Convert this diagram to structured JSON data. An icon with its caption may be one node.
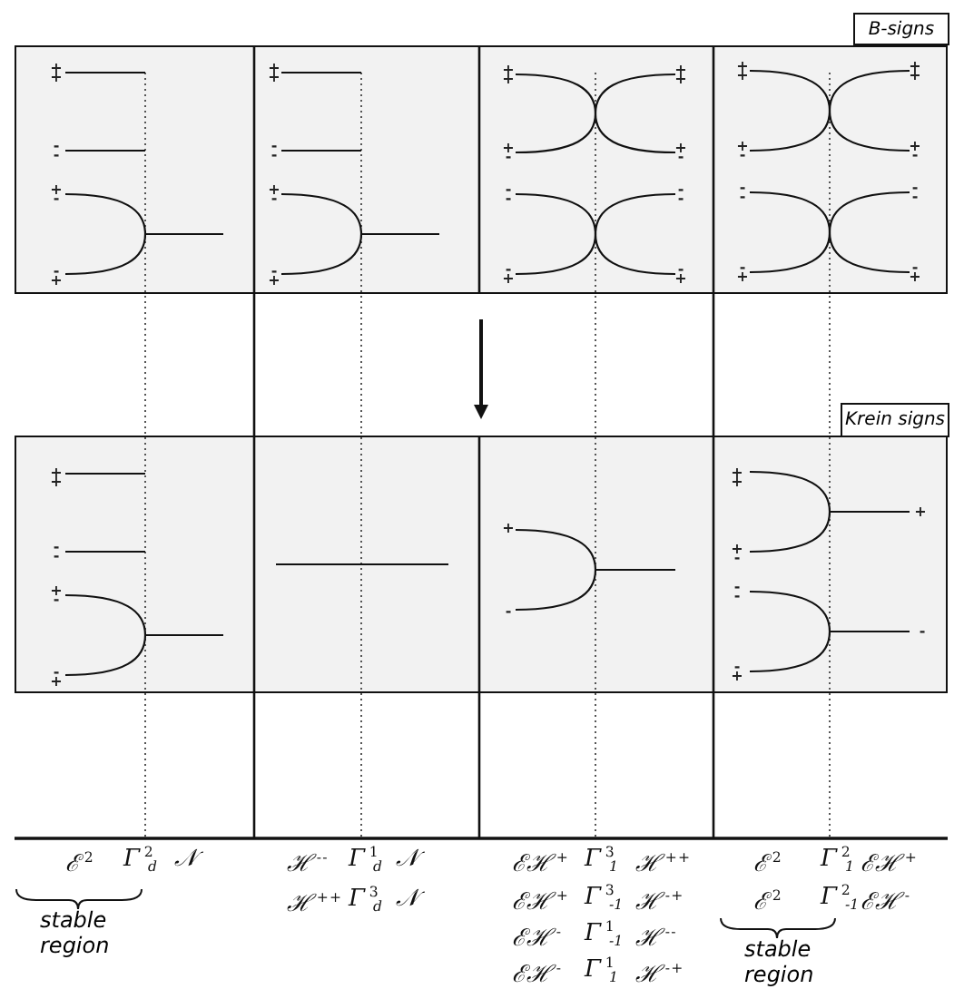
{
  "diagram": {
    "nodes": [
      {
        "text": [],
        "shape": "box"
      },
      {
        "text": [
          "B-signs"
        ]
      },
      {
        "text": [],
        "shape": "box"
      },
      {
        "text": [
          "Krein signs"
        ]
      }
    ],
    "edges": [
      {
        "from": 0,
        "to": 2,
        "arrow": "to"
      }
    ],
    "labels": [
      "++",
      "--",
      "+-",
      "-+",
      "++",
      "--",
      "+-",
      "-+",
      "++",
      "++",
      "+-",
      "+-",
      "--",
      "--",
      "-+",
      "-+",
      "++",
      "++",
      "+-",
      "+-",
      "--",
      "--",
      "-+",
      "-+",
      "++",
      "--",
      "+-",
      "-+",
      "+",
      "-",
      "++",
      "+",
      "+-",
      "--",
      "-",
      "-+",
      "ℰ$^{2}$",
      "Γ$^{2}$$_{d}$",
      "𝒩",
      "stable region",
      "ℋ$^{--}$",
      "Γ$^{1}$$_{d}$",
      "𝒩",
      "ℋ$^{++}$",
      "Γ$^{3}$$_{d}$",
      "𝒩",
      "ℰℋ$^{+}$",
      "Γ$^{3}$$_{1}$",
      "ℋ$^{++}$",
      "ℰℋ$^{+}$",
      "Γ$^{3}$$_{-1}$",
      "ℋ$^{-+}$",
      "ℰℋ$^{-}$",
      "Γ$^{1}$$_{-1}$",
      "ℋ$^{--}$",
      "ℰℋ$^{-}$",
      "Γ$^{1}$$_{1}$",
      "ℋ$^{-+}$",
      "ℰ$^{2}$",
      "Γ$^{2}$$_{1}$",
      "ℰℋ$^{+}$",
      "ℰ$^{2}$",
      "Γ$^{2}$$_{-1}$",
      "ℰℋ$^{-}$",
      "stable region"
    ]
  }
}
